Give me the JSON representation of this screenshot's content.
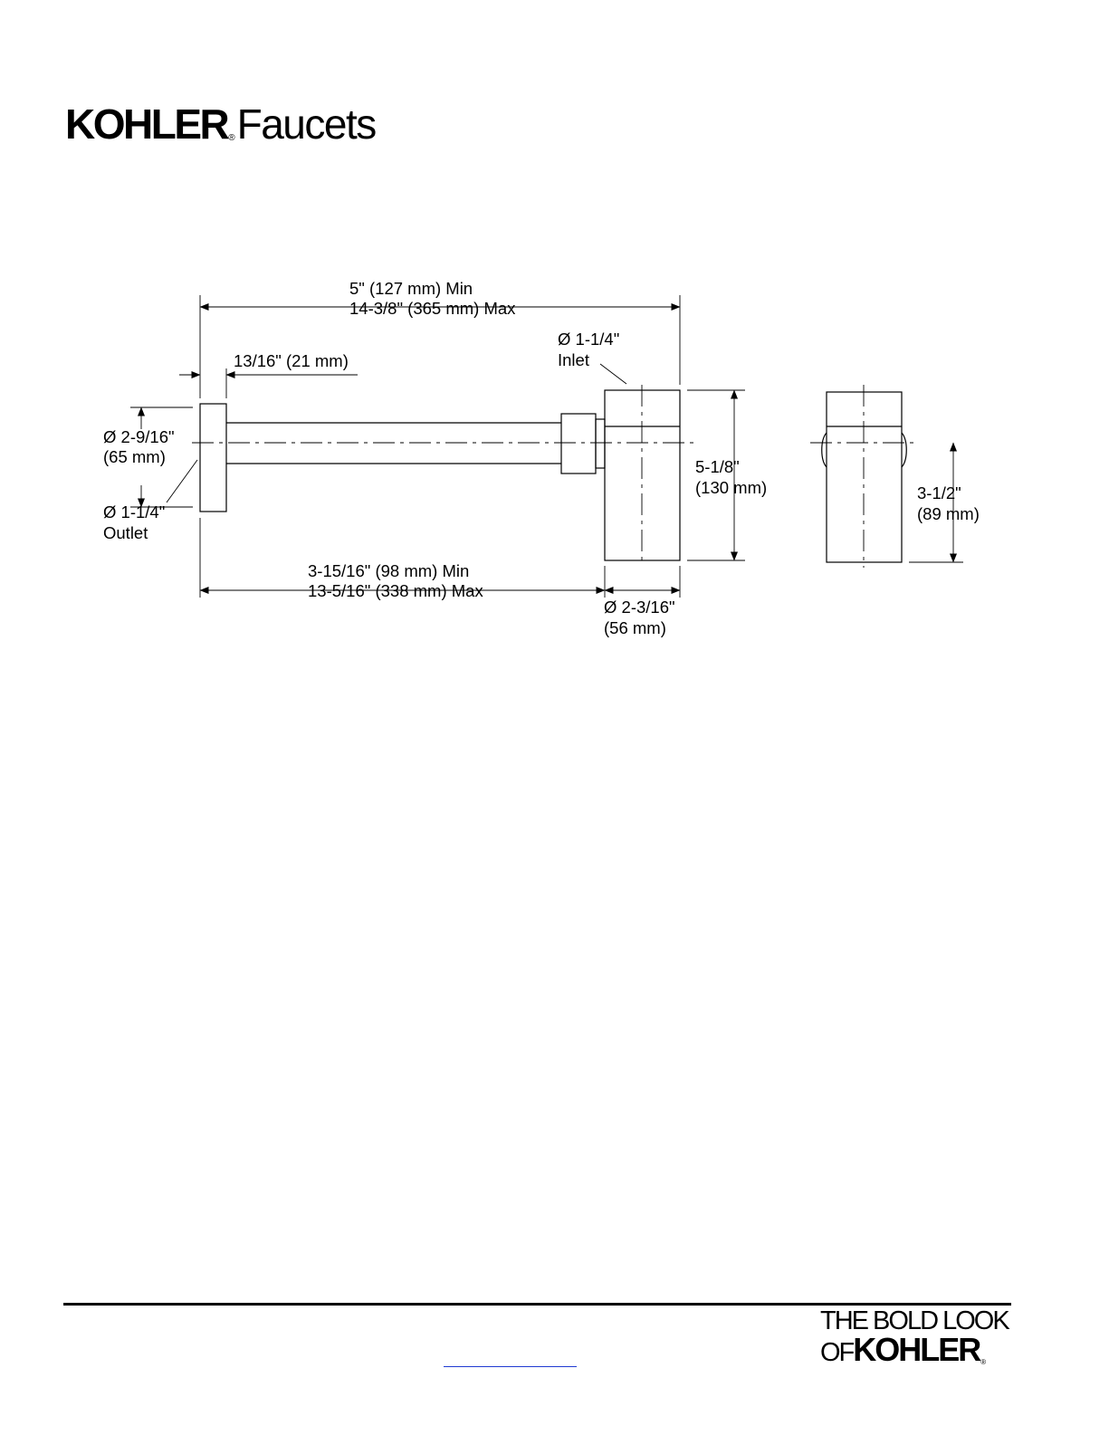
{
  "header": {
    "brand": "KOHLER",
    "registered_mark": "®",
    "product_line": "Faucets"
  },
  "dimensions": {
    "overall_min": "5\" (127 mm) Min",
    "overall_max": "14-3/8\" (365 mm) Max",
    "flange_depth": "13/16\" (21 mm)",
    "inlet_diameter": "Ø 1-1/4\"",
    "inlet_label": "Inlet",
    "flange_diameter": "Ø 2-9/16\"",
    "flange_diameter_mm": "(65 mm)",
    "outlet_diameter": "Ø 1-1/4\"",
    "outlet_label": "Outlet",
    "height": "5-1/8\"",
    "height_mm": "(130 mm)",
    "centerline_height": "3-1/2\"",
    "centerline_height_mm": "(89 mm)",
    "tube_min": "3-15/16\" (98 mm) Min",
    "tube_max": "13-5/16\" (338 mm) Max",
    "body_diameter": "Ø 2-3/16\"",
    "body_diameter_mm": "(56 mm)"
  },
  "footer": {
    "link_text": "",
    "tagline_line1": "THE BOLD LOOK",
    "tagline_of": "OF",
    "tagline_brand": "KOHLER",
    "registered_mark": "®"
  },
  "colors": {
    "ink": "#000000",
    "link": "#1f3bd1",
    "background": "#ffffff"
  }
}
